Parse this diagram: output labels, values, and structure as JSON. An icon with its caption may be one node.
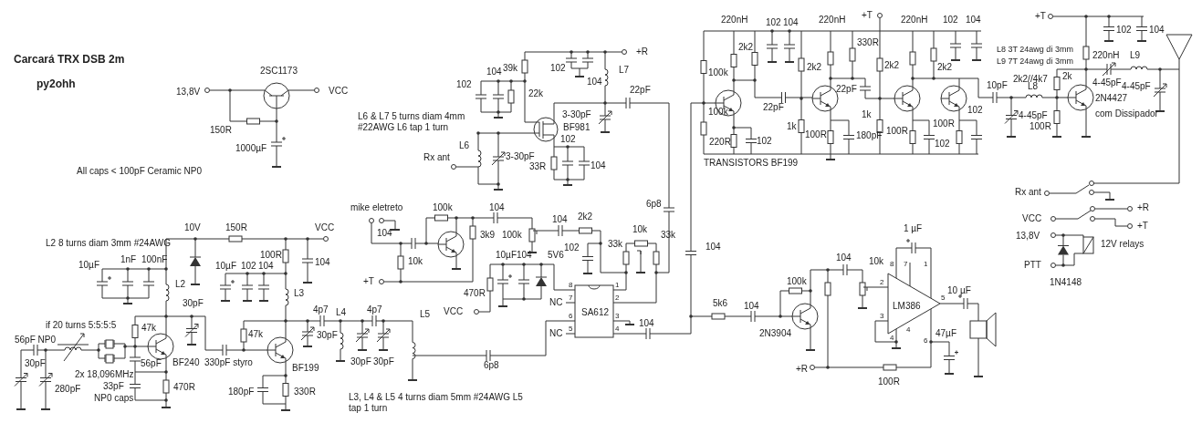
{
  "diagram": {
    "title": "Carcará TRX DSB 2m",
    "labels": [
      "py2ohh",
      "2SC1173",
      "13,8V",
      "VCC",
      "150R",
      "1000µF",
      "All caps < 100pF Ceramic NP0",
      "L6 & L7 5 turns diam 4mm #22AWG L6 tap 1 turn",
      "+R",
      "104",
      "39k",
      "102",
      "L7",
      "102",
      "104",
      "22k",
      "22pF",
      "3-30pF",
      "BF981",
      "L6",
      "Rx ant",
      "3-30pF",
      "102",
      "33R",
      "104",
      "6p8",
      "220nH",
      "102",
      "104",
      "220nH",
      "+T",
      "220nH",
      "102",
      "104",
      "+T",
      "102",
      "104",
      "L8 3T 24awg di 3mm",
      "L9 7T 24awg di 3mm",
      "2k2",
      "330R",
      "220nH",
      "L9",
      "2k2",
      "2k2",
      "2k2",
      "100k",
      "22pF",
      "10pF",
      "2k2//4k7",
      "L8",
      "2k",
      "4-45pF",
      "4-45pF",
      "22pF",
      "2N4427",
      "100k",
      "1k",
      "102",
      "4-45pF",
      "com Dissipador",
      "1k",
      "100R",
      "100R",
      "100R",
      "180pF",
      "100R",
      "220R",
      "102",
      "102",
      "TRANSISTORS BF199",
      "Rx ant",
      "+R",
      "VCC",
      "+T",
      "13,8V",
      "12V relays",
      "PTT",
      "1N4148",
      "10V",
      "150R",
      "VCC",
      "L2 8 turns diam 3mm #24AWG",
      "100R",
      "10µF",
      "1nF",
      "100nF",
      "104",
      "10µF",
      "102",
      "104",
      "L2",
      "L3",
      "30pF",
      "4p7",
      "L4",
      "4p7",
      "if 20 turns 5:5:5:5",
      "47k",
      "47k",
      "30pF",
      "56pF NP0",
      "30pF",
      "56pF",
      "BF240",
      "330pF styro",
      "BF199",
      "30pF",
      "30pF",
      "2x 18,096MHz",
      "280pF",
      "33pF",
      "470R",
      "180pF",
      "330R",
      "NP0 caps",
      "L3, L4 & L5 4 turns diam 5mm #24AWG L5 tap 1 turn",
      "mike eletreto",
      "100k",
      "104",
      "104",
      "3k9",
      "104",
      "2k2",
      "100k",
      "10k",
      "33k",
      "33k",
      "102",
      "104",
      "10k",
      "10µF",
      "104",
      "5V6",
      "+T",
      "470R",
      "8",
      "1",
      "NC",
      "7",
      "2",
      "L5",
      "VCC",
      "6",
      "SA612",
      "3",
      "5k6",
      "104",
      "NC",
      "5",
      "4",
      "6p8",
      "1 µF",
      "104",
      "10k",
      "8",
      "7",
      "1",
      "100k",
      "2",
      "10 µF",
      "104",
      "5",
      "LM386",
      "3",
      "4",
      "4",
      "2N3904",
      "47µF",
      "6",
      "+R",
      "100R"
    ]
  }
}
